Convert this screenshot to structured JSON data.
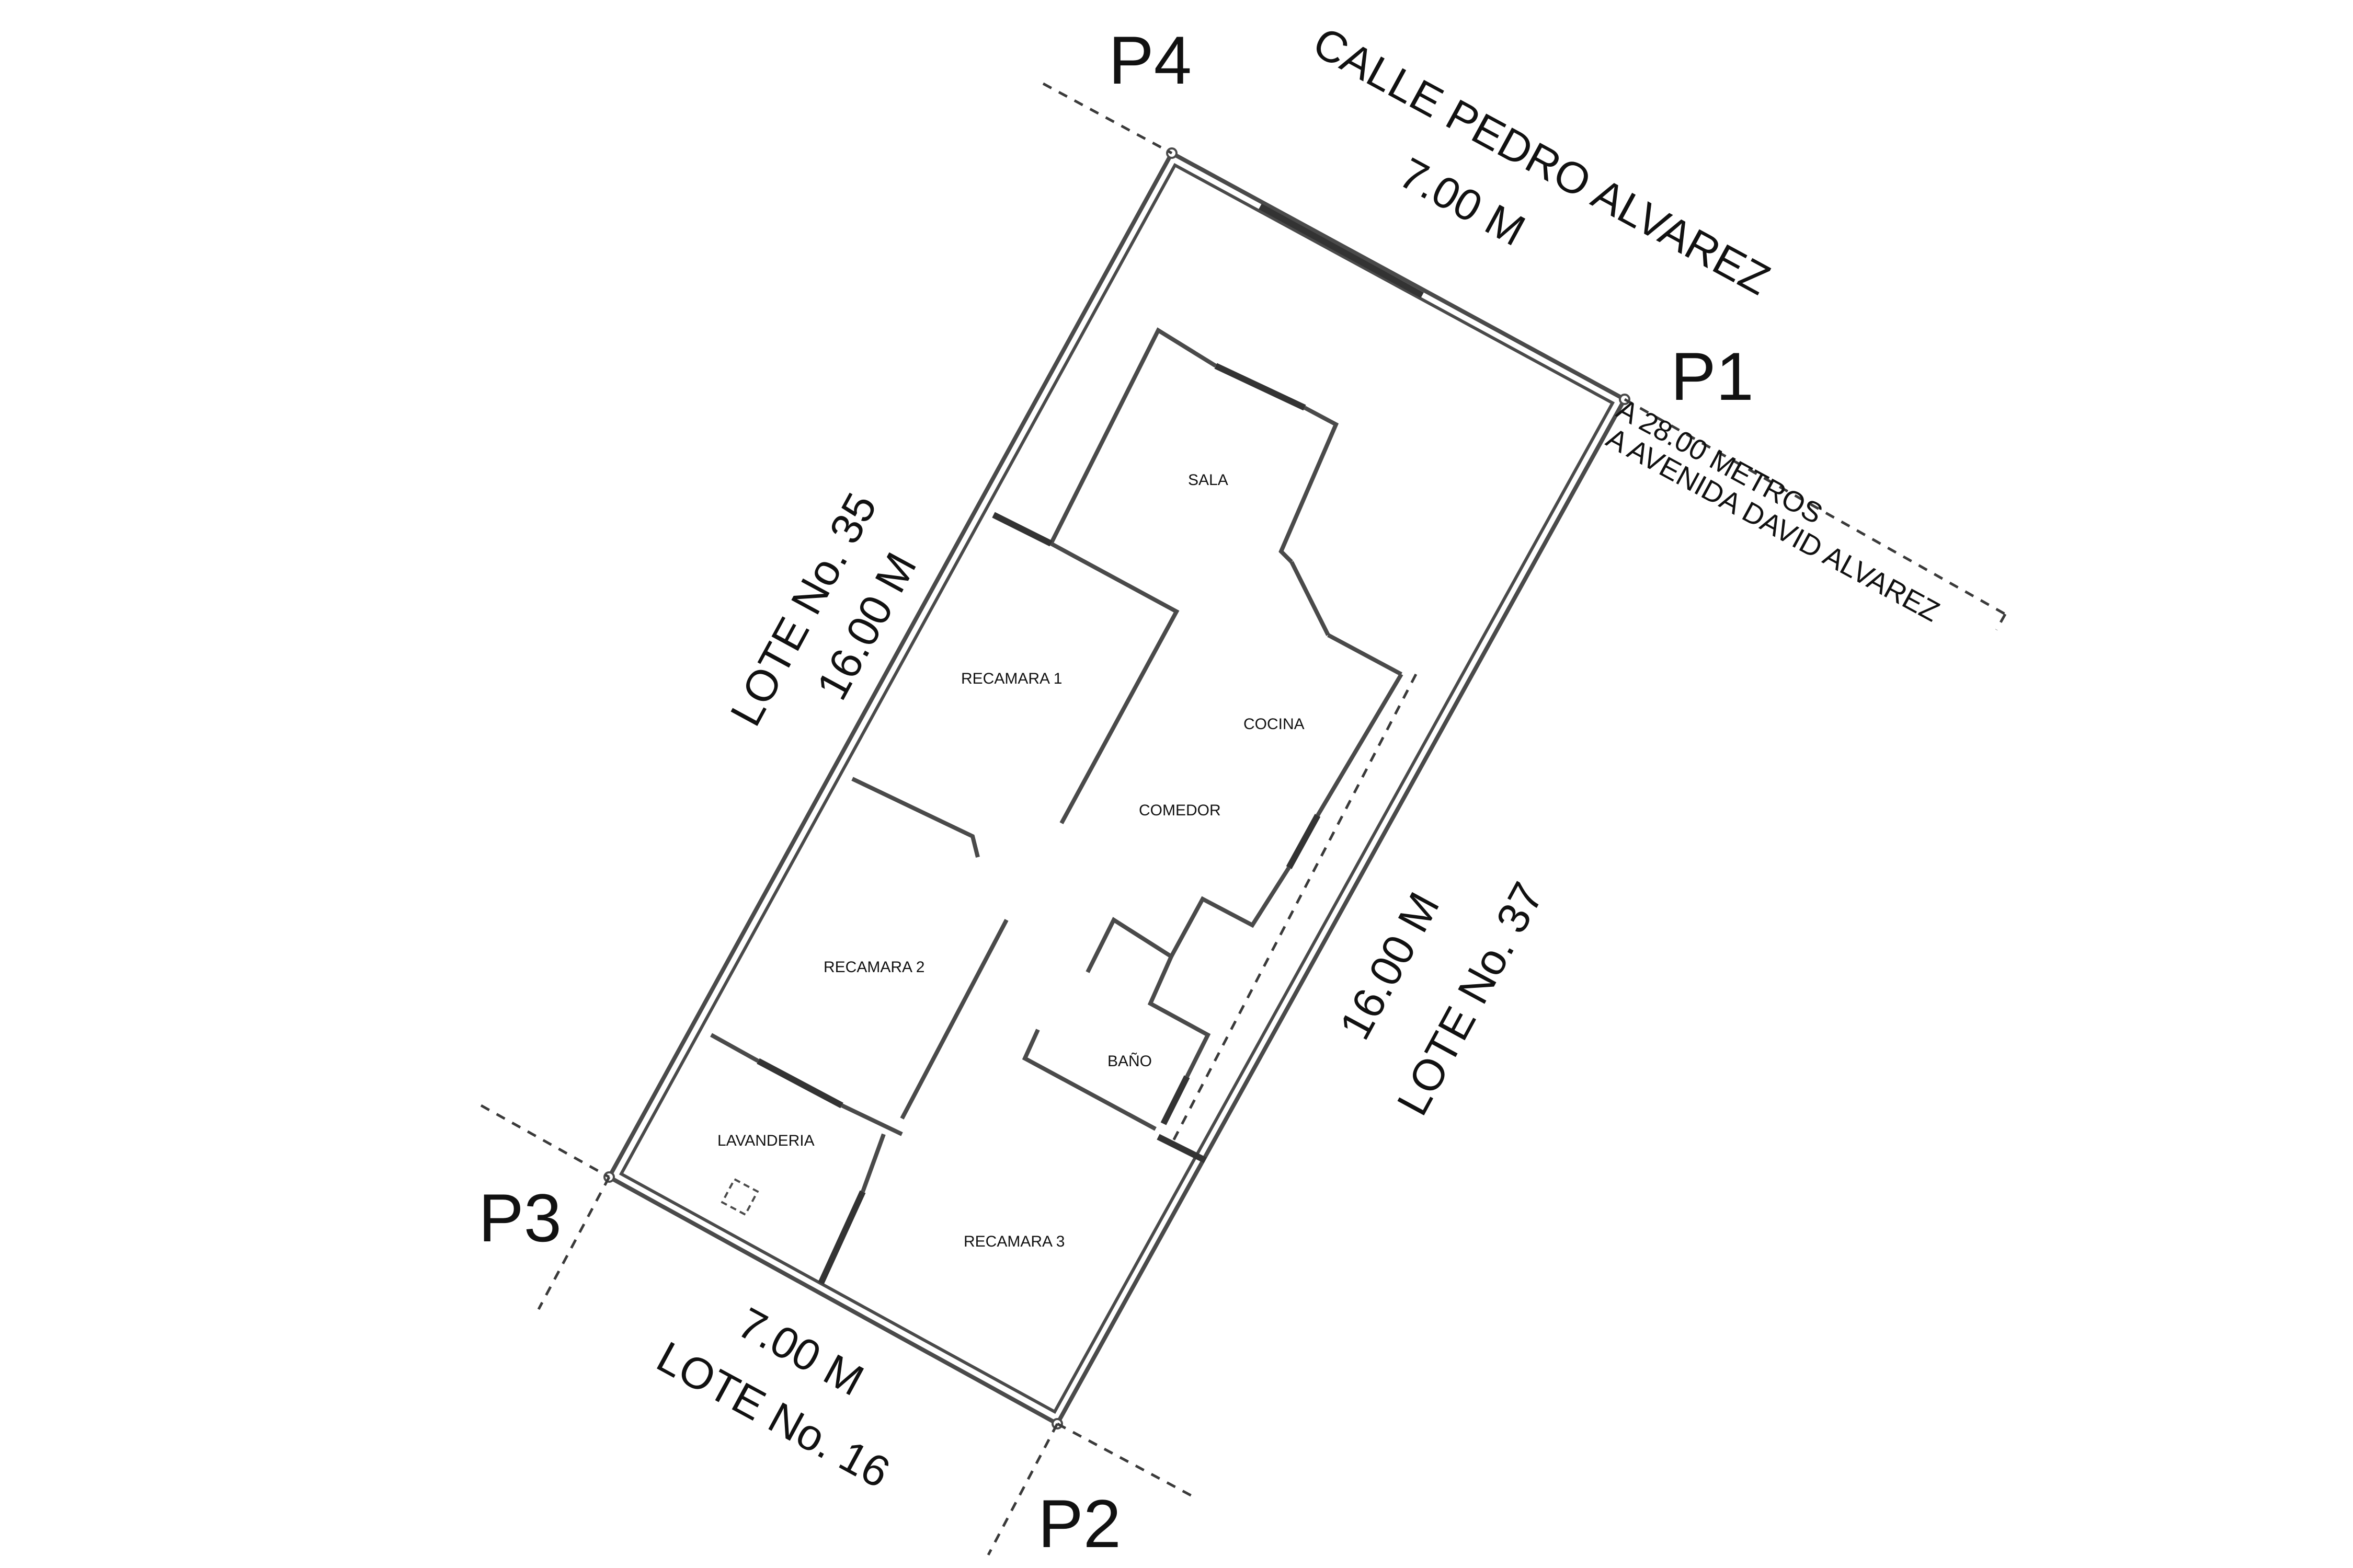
{
  "corners": {
    "p1": "P1",
    "p2": "P2",
    "p3": "P3",
    "p4": "P4"
  },
  "street": "CALLE PEDRO ALVAREZ",
  "front_dimension": "7.00 M",
  "back_dimension": "7.00 M",
  "distance_note": {
    "line1": "A 28.00 METROS",
    "line2": "A AVENIDA DAVID ALVAREZ"
  },
  "left_side": {
    "lot": "LOTE No. 35",
    "dimension": "16.00 M"
  },
  "right_side": {
    "dimension": "16.00 M",
    "lot": "LOTE No. 37"
  },
  "back_lot": "LOTE No. 16",
  "rooms": {
    "sala": "SALA",
    "recamara1": "RECAMARA 1",
    "cocina": "COCINA",
    "comedor": "COMEDOR",
    "recamara2": "RECAMARA 2",
    "bano": "BAÑO",
    "lavanderia": "LAVANDERIA",
    "recamara3": "RECAMARA 3"
  },
  "colors": {
    "line": "#4a4a4a",
    "text": "#111111",
    "background": "#ffffff"
  }
}
